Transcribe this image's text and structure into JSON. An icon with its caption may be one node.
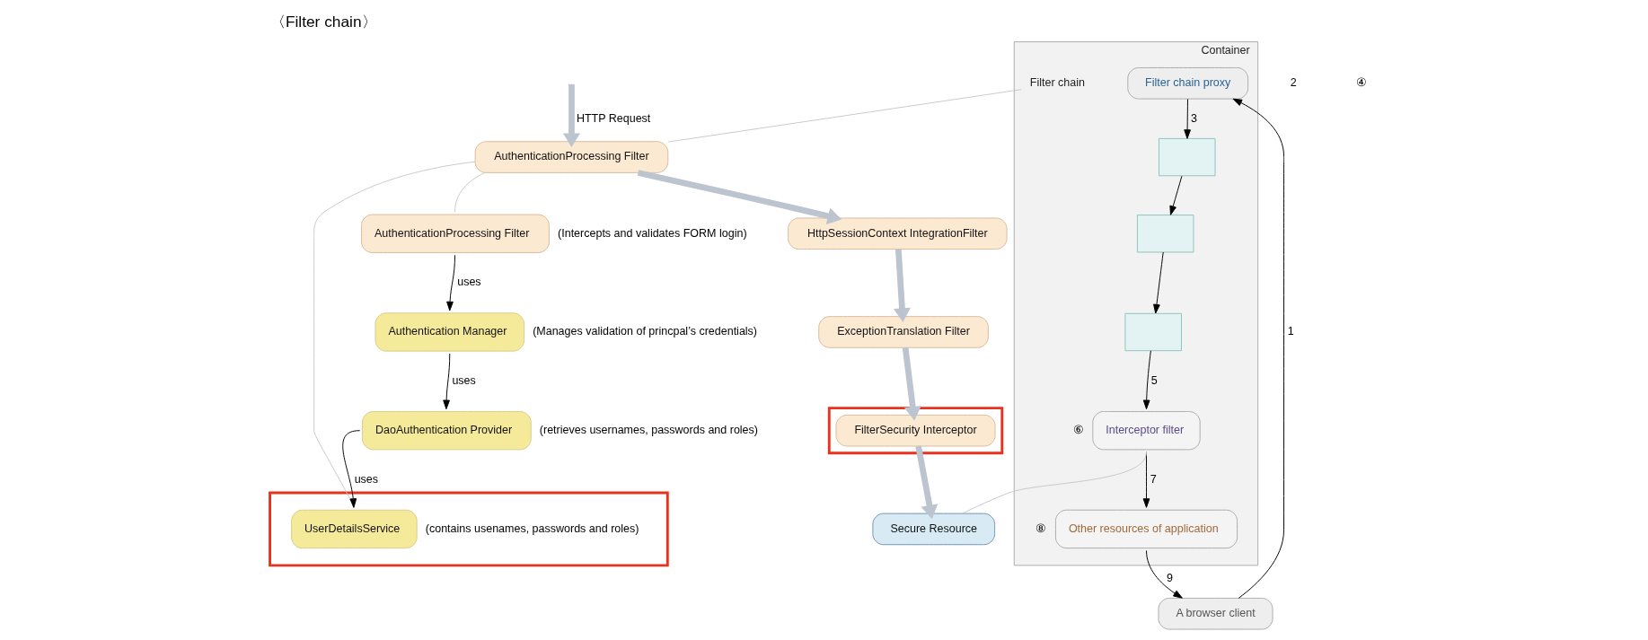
{
  "diagram": {
    "title": "〈Filter chain〉",
    "nodes": [
      {
        "text": [
          "A browser client"
        ]
      },
      {
        "text": [
          "Container"
        ]
      },
      {
        "text": [
          "Filter chain proxy"
        ],
        "in": 1
      },
      {
        "text": [
          "Filter chain"
        ],
        "in": 1
      },
      {
        "text": [],
        "shape": "box",
        "in": 1
      },
      {
        "text": [],
        "shape": "box",
        "in": 1
      },
      {
        "text": [],
        "shape": "box",
        "in": 1
      },
      {
        "text": [
          "Other resources of application"
        ],
        "in": 1,
        "beside": [
          "⑧"
        ]
      },
      {
        "text": [
          "Interceptor filter"
        ],
        "in": 1,
        "beside": [
          "⑥"
        ]
      },
      {
        "text": [
          "AuthenticationProcessing Filter"
        ]
      },
      {
        "text": [
          "HttpSessionContext IntegrationFilter"
        ]
      },
      {
        "text": [
          "ExceptionTranslation Filter"
        ]
      },
      {
        "text": [],
        "shape": "box"
      },
      {
        "text": [
          "FilterSecurity Interceptor"
        ],
        "in": 12
      },
      {
        "text": [
          "Secure Resource"
        ]
      },
      {
        "text": [
          "AuthenticationProcessing Filter"
        ],
        "beside": [
          "(Intercepts and validates FORM login)"
        ]
      },
      {
        "text": [
          "Authentication Manager"
        ],
        "beside": [
          "(Manages validation of princpal’s credentials)"
        ]
      },
      {
        "text": [
          "DaoAuthentication Provider"
        ],
        "beside": [
          "(retrieves usernames, passwords and roles)"
        ]
      },
      {
        "text": [],
        "shape": "box"
      },
      {
        "text": [
          "UserDetailsService"
        ],
        "in": 18,
        "beside": [
          "(contains usenames, passwords and roles)"
        ]
      }
    ],
    "edges": [
      {
        "from": 0,
        "to": 2,
        "arrow": "to",
        "label": "1"
      },
      {
        "from": 2,
        "to": 4,
        "arrow": "to",
        "label": "3"
      },
      {
        "from": 4,
        "to": 5,
        "arrow": "to"
      },
      {
        "from": 5,
        "to": 6,
        "arrow": "to"
      },
      {
        "from": 6,
        "to": 8,
        "arrow": "to",
        "label": "5"
      },
      {
        "from": 8,
        "to": 7,
        "arrow": "to",
        "label": "7"
      },
      {
        "from": 7,
        "to": 0,
        "arrow": "to",
        "label": "9"
      },
      {
        "from": null,
        "to": 9,
        "arrow": "to",
        "label": "HTTP Request",
        "style": "thick",
        "color": "#bcc4d0"
      },
      {
        "from": 9,
        "to": 10,
        "arrow": "to",
        "style": "thick",
        "color": "#bcc4d0"
      },
      {
        "from": 10,
        "to": 11,
        "arrow": "to",
        "style": "thick",
        "color": "#bcc4d0"
      },
      {
        "from": 11,
        "to": 13,
        "arrow": "to",
        "style": "thick",
        "color": "#bcc4d0"
      },
      {
        "from": 13,
        "to": 14,
        "arrow": "to",
        "style": "thick",
        "color": "#bcc4d0"
      },
      {
        "from": 15,
        "to": 16,
        "arrow": "to",
        "label": "uses"
      },
      {
        "from": 16,
        "to": 17,
        "arrow": "to",
        "label": "uses"
      },
      {
        "from": 17,
        "to": 19,
        "arrow": "to",
        "label": "uses"
      },
      {
        "from": 3,
        "to": 9,
        "arrow": "none",
        "color": "#c8c8c8"
      },
      {
        "from": 8,
        "to": 14,
        "arrow": "none",
        "color": "#c8c8c8"
      },
      {
        "from": 9,
        "to": 15,
        "arrow": "none",
        "color": "#c8c8c8"
      },
      {
        "from": 9,
        "to": 19,
        "arrow": "none",
        "color": "#c8c8c8"
      }
    ],
    "labels": [
      "2",
      "④"
    ]
  }
}
